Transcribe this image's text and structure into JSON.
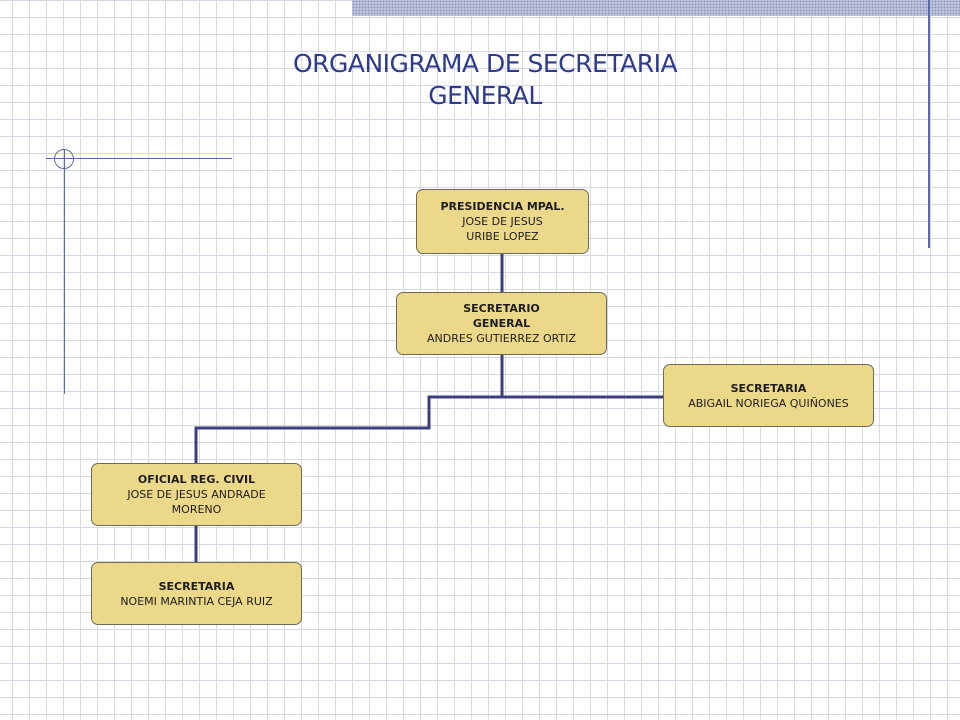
{
  "title": {
    "line1": "ORGANIGRAMA DE SECRETARIA",
    "line2": "GENERAL"
  },
  "nodes": {
    "presidencia": {
      "role": "PRESIDENCIA  MPAL.",
      "name1": "JOSE DE JESUS",
      "name2": "URIBE LOPEZ"
    },
    "secretario": {
      "role1": "SECRETARIO",
      "role2": "GENERAL",
      "name": "ANDRES GUTIERREZ ORTIZ"
    },
    "secretaria_right": {
      "role": "SECRETARIA",
      "name": "ABIGAIL NORIEGA QUIÑONES"
    },
    "oficial": {
      "role": "OFICIAL REG. CIVIL",
      "name1": "JOSE DE JESUS ANDRADE",
      "name2": "MORENO"
    },
    "secretaria_bottom": {
      "role": "SECRETARIA",
      "name": "NOEMI MARINTIA CEJA RUIZ"
    }
  },
  "colors": {
    "box_fill": "#ecd889",
    "connector": "#3b3f7e",
    "title": "#2e3a8c"
  }
}
